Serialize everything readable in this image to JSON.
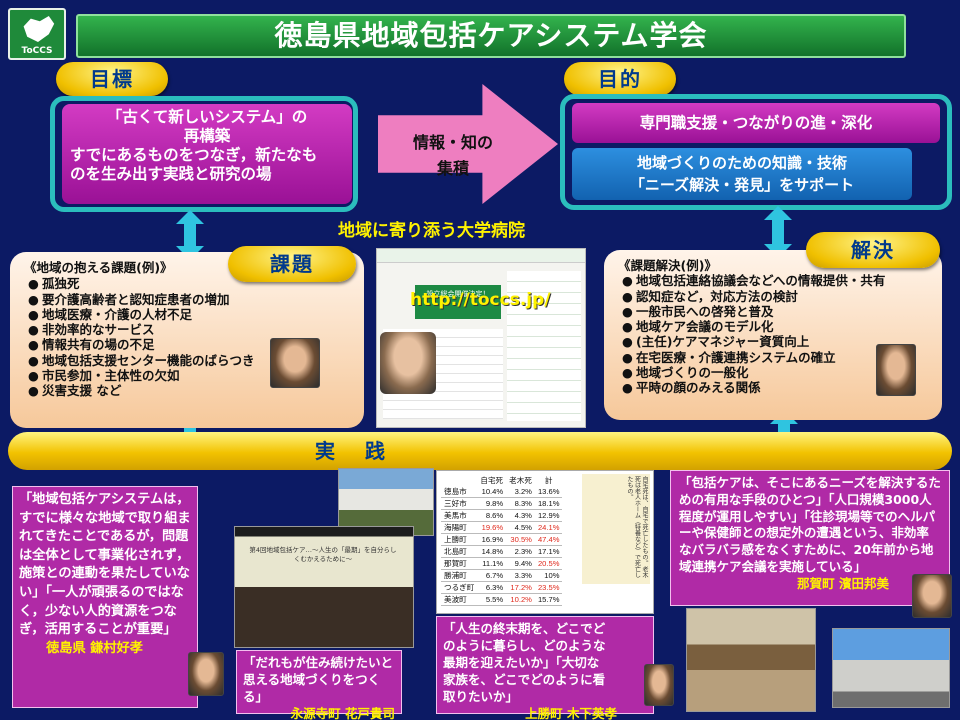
{
  "header": {
    "logo_text": "ToCCS",
    "title": "徳島県地域包括ケアシステム学会"
  },
  "tags": {
    "goal": "目標",
    "purpose": "目的",
    "issues": "課題",
    "solution": "解決",
    "practice": "実践"
  },
  "goal": {
    "line1": "「古くて新しいシステム」の",
    "line2": "再構築",
    "line3": "すでにあるものをつなぎ，新たなも",
    "line4": "のを生み出す実践と研究の場"
  },
  "center_arrow": {
    "line1": "情報・知の",
    "line2": "集積"
  },
  "purpose": {
    "item1": "専門職支援・つながりの進・深化",
    "item2_line1": "地域づくりのための知識・技術",
    "item2_line2": "「ニーズ解決・発見」をサポート"
  },
  "subtitle": "地域に寄り添う大学病院",
  "url": "http://toccs.jp/",
  "website": {
    "banner": "設立総会開催決定！"
  },
  "issues": {
    "heading": "《地域の抱える課題(例)》",
    "items": [
      "孤独死",
      "要介護高齢者と認知症患者の増加",
      "地域医療・介護の人材不足",
      "非効率的なサービス",
      "情報共有の場の不足",
      "地域包括支援センター機能のばらつき",
      "市民参加・主体性の欠如",
      "災害支援  など"
    ]
  },
  "solutions": {
    "heading": "《課題解決(例)》",
    "items": [
      "地域包括連絡協議会などへの情報提供・共有",
      "認知症など，対応方法の検討",
      "一般市民への啓発と普及",
      "地域ケア会議のモデル化",
      "(主任)ケアマネジャー資質向上",
      "在宅医療・介護連携システムの確立",
      "地域づくりの一般化",
      "平時の顔のみえる関係"
    ]
  },
  "quotes": {
    "q1": {
      "text": "「地域包括ケアシステムは，すでに様々な地域で取り組まれてきたことであるが，問題は全体として事業化されず，施策との連動を果たしていない」「一人が頑張るのではなく，少ない人的資源をつなぎ，活用することが重要」",
      "signature": "徳島県  鎌村好孝"
    },
    "q2": {
      "text": "「だれもが住み続けたいと思える地域づくりをつくる」",
      "signature": "永源寺町  花戸貴司"
    },
    "q3": {
      "text": "「人生の終末期を、どこでどのように暮らし、どのような最期を迎えたいか」「大切な家族を、どこでどのように看取りたいか」",
      "signature": "上勝町  木下英孝"
    },
    "q4": {
      "text": "「包括ケアは、そこにあるニーズを解決するための有用な手段のひとつ」「人口規模3000人程度が運用しやすい」「往診現場等でのヘルパーや保健師との想定外の遭遇という、非効率なバラバラ感をなくすために、20年前から地域連携ケア会議を実施している」",
      "signature": "那賀町  濱田邦美"
    }
  },
  "slide_text": "第4回地域包括ケア…〜人生の「最期」を自分らしくむかえるために〜",
  "table": {
    "headers": [
      "",
      "自宅死",
      "老木死",
      "計"
    ],
    "rows": [
      [
        "徳島市",
        "10.4%",
        "3.2%",
        "13.6%"
      ],
      [
        "三好市",
        "9.8%",
        "8.3%",
        "18.1%"
      ],
      [
        "美馬市",
        "8.6%",
        "4.3%",
        "12.9%"
      ],
      [
        "海陽町",
        "19.6%",
        "4.5%",
        "24.1%"
      ],
      [
        "上勝町",
        "16.9%",
        "30.5%",
        "47.4%"
      ],
      [
        "北島町",
        "14.8%",
        "2.3%",
        "17.1%"
      ],
      [
        "那賀町",
        "11.1%",
        "9.4%",
        "20.5%"
      ],
      [
        "勝浦町",
        "6.7%",
        "3.3%",
        "10%"
      ],
      [
        "つるぎ町",
        "6.3%",
        "17.2%",
        "23.5%"
      ],
      [
        "美波町",
        "5.5%",
        "10.2%",
        "15.7%"
      ]
    ],
    "note": "自宅死は、自宅で死亡したもの。老木死は老人ホーム（特養など）で死亡したもの。"
  },
  "colors": {
    "background": "#0c1a64",
    "header_green": "#1f9a3a",
    "magenta": "#b02aa6",
    "accent_yellow": "#f2c200",
    "cyan": "#2fc4e0"
  }
}
